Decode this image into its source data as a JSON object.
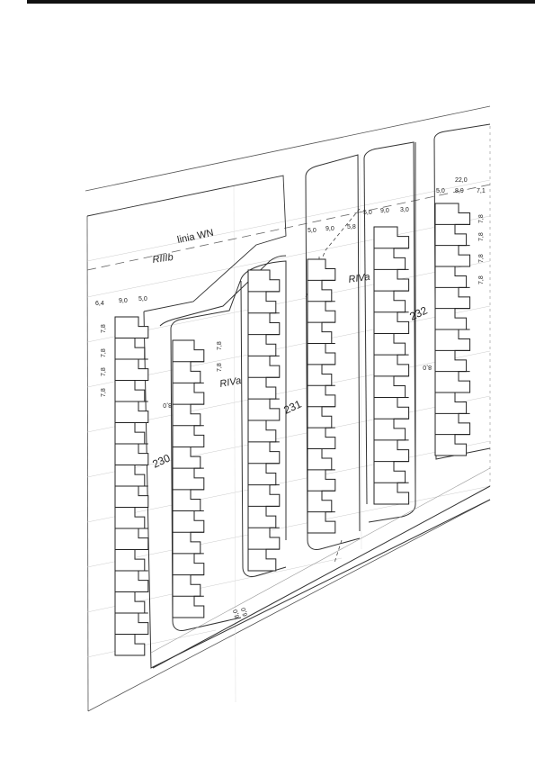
{
  "plot_numbers": {
    "p230": "230",
    "p231": "231",
    "p232": "232"
  },
  "zoning": {
    "riiib": "RIIIb",
    "riva_left": "RIVa",
    "riva_right": "RIVa",
    "power_line": "linia WN"
  },
  "dimensions": {
    "top_left": [
      "6,4",
      "9,0",
      "5,0"
    ],
    "mid": [
      "5,0",
      "9,0",
      "5,8"
    ],
    "right_mid": [
      "5,0",
      "9,0",
      "3,0"
    ],
    "far_right_total": "22,0",
    "far_right": [
      "5,0",
      "8,9",
      "7,1"
    ],
    "row_spacing_left": [
      "7,8",
      "7,8",
      "7,8",
      "7,8"
    ],
    "row_spacing_mid": [
      "7,8",
      "7,8"
    ],
    "row_spacing_right": [
      "7,8",
      "7,8",
      "7,8",
      "7,8"
    ],
    "road_width_230": "8,0",
    "road_width_232": "8,0",
    "bottom_road": [
      "6,0",
      "6,0"
    ]
  }
}
